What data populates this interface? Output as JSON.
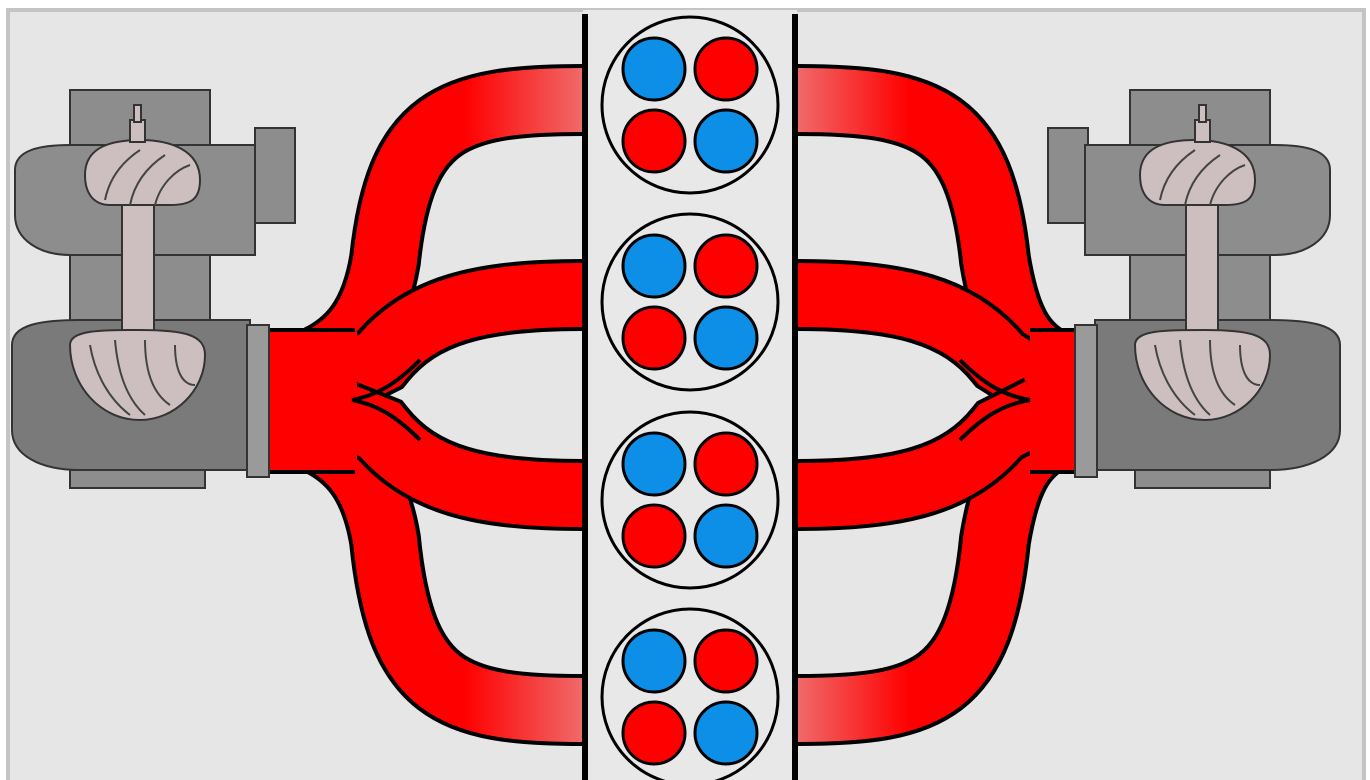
{
  "diagram": {
    "colors": {
      "background": "#e6e6e6",
      "frame_shadow": "#bdbdbd",
      "exhaust_red": "#ff0000",
      "exhaust_red_light": "#f06a6a",
      "intake_blue": "#0d8fe8",
      "turbo_body": "#8d8d8d",
      "turbo_body_dark": "#707070",
      "turbo_wheel": "#cdbfbf",
      "outline": "#000000",
      "block_fill": "#e8e8e8"
    },
    "cylinders": [
      {
        "id": "cyl-1",
        "valves": [
          "intake",
          "exhaust",
          "exhaust",
          "intake"
        ]
      },
      {
        "id": "cyl-2",
        "valves": [
          "intake",
          "exhaust",
          "exhaust",
          "intake"
        ]
      },
      {
        "id": "cyl-3",
        "valves": [
          "intake",
          "exhaust",
          "exhaust",
          "intake"
        ]
      },
      {
        "id": "cyl-4",
        "valves": [
          "intake",
          "exhaust",
          "exhaust",
          "intake"
        ]
      }
    ],
    "components": {
      "left_turbo": "turbocharger",
      "right_turbo": "turbocharger",
      "left_manifold": "exhaust-manifold",
      "right_manifold": "exhaust-manifold",
      "cylinder_head": "engine-block"
    },
    "icons": {
      "turbo": "turbocharger-icon",
      "valve": "valve-icon"
    }
  }
}
